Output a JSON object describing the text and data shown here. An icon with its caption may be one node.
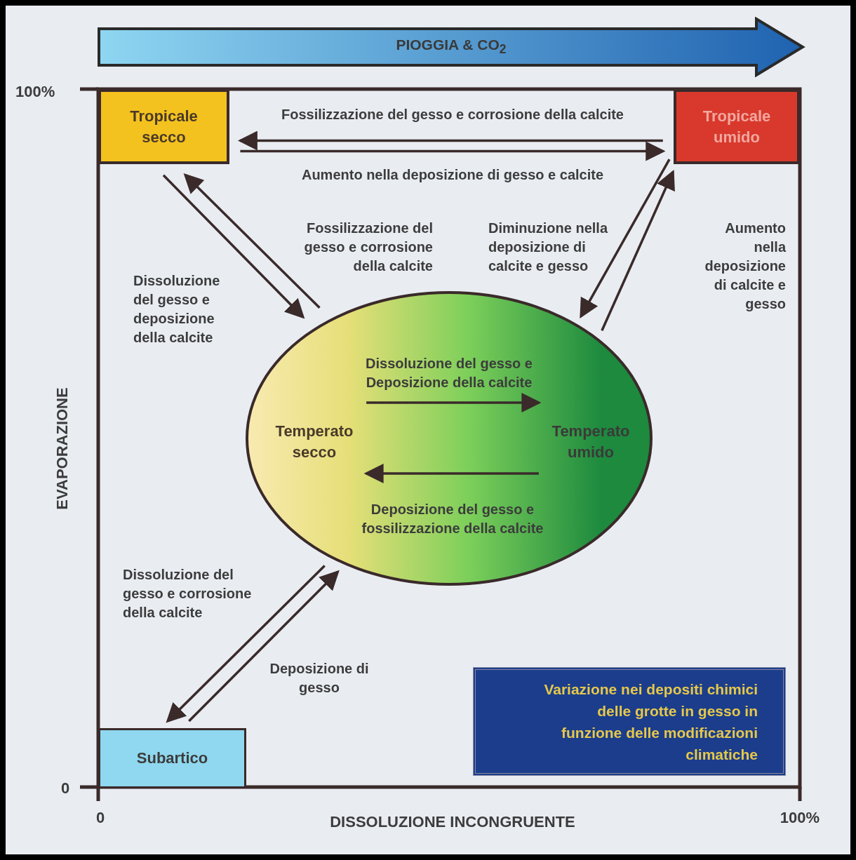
{
  "diagram": {
    "nodes": [
      {
        "text": [
          "Tropicale secco"
        ]
      },
      {
        "text": [
          "Tropicale umido"
        ]
      },
      {
        "text": [],
        "shape": "ellipse"
      },
      {
        "text": [
          "Temperato secco"
        ],
        "in": 2
      },
      {
        "text": [
          "Temperato umido"
        ],
        "in": 2
      },
      {
        "text": [
          "Subartico"
        ]
      },
      {
        "text": [
          "Variazione nei depositi chimici delle grotte in gesso in funzione delle modificazioni climatiche"
        ]
      },
      {
        "text": [
          "PIOGGIA & CO$_{2}$"
        ]
      }
    ],
    "edges": [
      {
        "from": 1,
        "to": 0,
        "arrow": "to",
        "label": "Fossilizzazione del gesso e corrosione della calcite"
      },
      {
        "from": 0,
        "to": 1,
        "arrow": "to",
        "label": "Aumento nella deposizione di gesso e calcite"
      },
      {
        "from": 0,
        "to": 2,
        "arrow": "to",
        "label": "Dissoluzione del gesso e deposizione della calcite"
      },
      {
        "from": 2,
        "to": 0,
        "arrow": "to",
        "label": "Fossilizzazione del gesso e corrosione della calcite"
      },
      {
        "from": 1,
        "to": 2,
        "arrow": "to",
        "label": "Diminuzione nella deposizione di calcite e gesso"
      },
      {
        "from": 2,
        "to": 1,
        "arrow": "to",
        "label": "Aumento nella deposizione di calcite e gesso"
      },
      {
        "from": 3,
        "to": 4,
        "arrow": "to",
        "label": "Dissoluzione del gesso e Deposizione della calcite"
      },
      {
        "from": 4,
        "to": 3,
        "arrow": "to",
        "label": "Deposizione del gesso e fossilizzazione della calcite"
      },
      {
        "from": 2,
        "to": 5,
        "arrow": "to",
        "label": "Dissoluzione del gesso e corrosione della calcite"
      },
      {
        "from": 5,
        "to": 2,
        "arrow": "to",
        "label": "Deposizione di gesso"
      }
    ],
    "labels": [
      "100%",
      "EVAPORAZIONE",
      "0",
      "0",
      "DISSOLUZIONE INCONGRUENTE",
      "100%"
    ]
  }
}
